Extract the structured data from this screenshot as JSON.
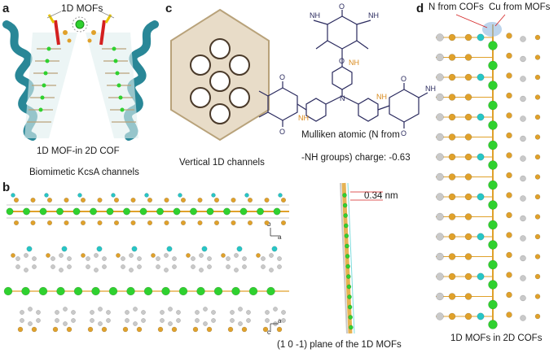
{
  "panels": {
    "a": {
      "letter": "a",
      "top_label": "1D MOFs",
      "caption_1": "1D MOF-in 2D COF",
      "caption_2": "Biomimetic KcsA channels"
    },
    "b": {
      "letter": "b",
      "axes_top": {
        "up": "b",
        "right": "a"
      },
      "axes_bottom": {
        "up": "a",
        "right": "c"
      }
    },
    "c": {
      "letter": "c",
      "left_caption": "Vertical 1D channels",
      "mulliken_1": "Mulliken atomic (N from",
      "mulliken_2": "-NH groups) charge: -0.63",
      "distance": "0.34 nm",
      "plane_caption": "(1 0 -1) plane of the 1D MOFs",
      "structure_labels": {
        "oxo": "O",
        "amine": "NH",
        "n": "N"
      }
    },
    "d": {
      "letter": "d",
      "n_label": "N from COFs",
      "cu_label": "Cu from MOFs",
      "caption": "1D MOFs in 2D COFs"
    }
  },
  "colors": {
    "copper": "#2fd12f",
    "carbon": "#e0a12a",
    "cyan_atom": "#27c6c6",
    "grey_atom": "#c9c9c9",
    "helix": "#127a8c",
    "bond": "#2a2a5e",
    "nh_orange": "#d98a1c"
  }
}
